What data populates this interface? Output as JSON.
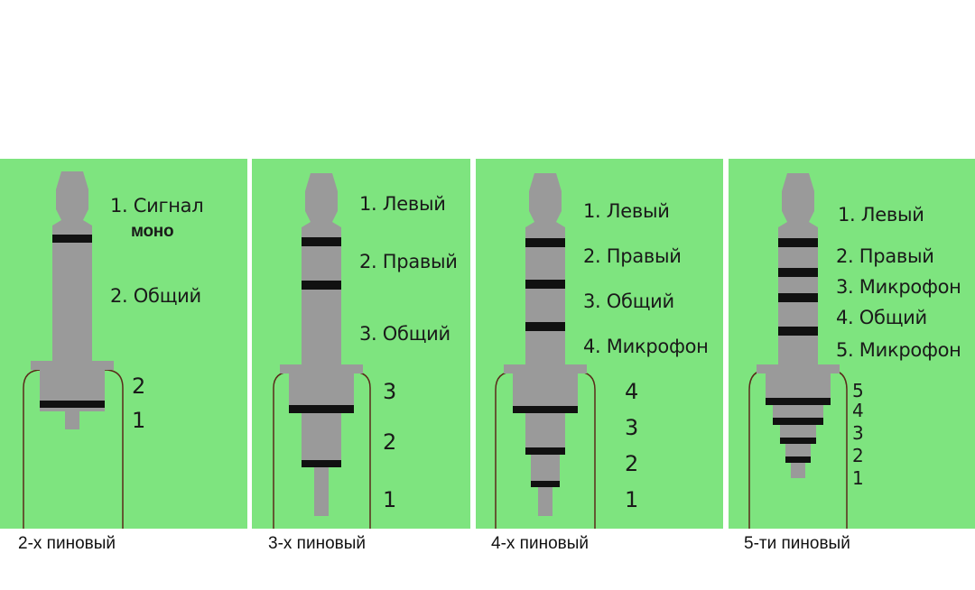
{
  "diagram": {
    "connectors": [
      {
        "caption": "2-х пиновый",
        "legend": [
          "1. Сигнал",
          "моно",
          "2. Общий"
        ],
        "contacts": [
          "2",
          "1"
        ]
      },
      {
        "caption": "3-х пиновый",
        "legend": [
          "1. Левый",
          "2. Правый",
          "3. Общий"
        ],
        "contacts": [
          "3",
          "2",
          "1"
        ]
      },
      {
        "caption": "4-х пиновый",
        "legend": [
          "1. Левый",
          "2. Правый",
          "3. Общий",
          "4. Микрофон"
        ],
        "contacts": [
          "4",
          "3",
          "2",
          "1"
        ]
      },
      {
        "caption": "5-ти пиновый",
        "legend": [
          "1. Левый",
          "2. Правый",
          "3. Микрофон",
          "4. Общий",
          "5. Микрофон"
        ],
        "contacts": [
          "5",
          "4",
          "3",
          "2",
          "1"
        ]
      }
    ],
    "colors": {
      "panel": "#7ee47f",
      "plug": "#9a9a9a",
      "band": "#111111",
      "outline": "#5a2a1a"
    }
  }
}
